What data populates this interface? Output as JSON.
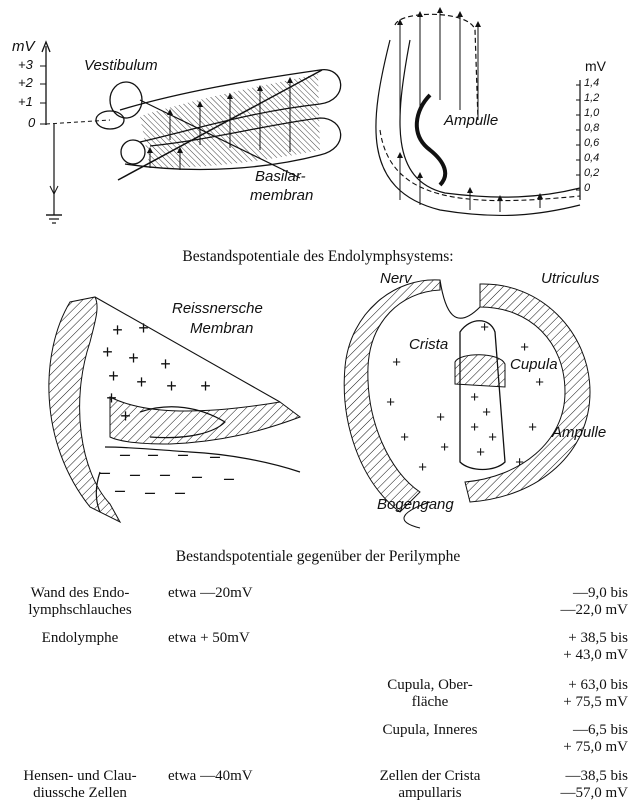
{
  "figure_top": {
    "left_axis": {
      "unit": "mV",
      "ticks": [
        "+3",
        "+2",
        "+1",
        "0"
      ]
    },
    "left_labels": {
      "vestibulum": "Vestibulum",
      "basilar_1": "Basilar-",
      "basilar_2": "membran"
    },
    "right_axis": {
      "unit": "mV",
      "ticks": [
        "1,4",
        "1,2",
        "1,0",
        "0,8",
        "0,6",
        "0,4",
        "0,2",
        "0"
      ]
    },
    "right_labels": {
      "ampulle": "Ampulle"
    }
  },
  "caption_1": "Bestandspotentiale des Endolymphsystems:",
  "figure_middle": {
    "left_labels": {
      "reissner_1": "Reissnersche",
      "reissner_2": "Membran"
    },
    "right_labels": {
      "nerv": "Nerv",
      "utriculus": "Utriculus",
      "crista": "Crista",
      "cupula": "Cupula",
      "ampulle": "Ampulle",
      "bogengang": "Bogengang"
    }
  },
  "caption_2": "Bestandspotentiale gegenüber der Perilymphe",
  "table": {
    "rows": [
      {
        "label": [
          "Wand des Endo-",
          "lymphschlauches"
        ],
        "value": "etwa —20mV",
        "sub": [
          "",
          ""
        ],
        "range": [
          "—9,0 bis",
          "—22,0 mV"
        ]
      },
      {
        "label": [
          "Endolymphe",
          ""
        ],
        "value": "etwa + 50mV",
        "sub": [
          "",
          ""
        ],
        "range": [
          "+ 38,5 bis",
          "+ 43,0 mV"
        ]
      },
      {
        "label": [
          "",
          ""
        ],
        "value": "",
        "sub": [
          "Cupula, Ober-",
          "fläche"
        ],
        "range": [
          "+ 63,0 bis",
          "+ 75,5 mV"
        ]
      },
      {
        "label": [
          "",
          ""
        ],
        "value": "",
        "sub": [
          "Cupula, Inneres",
          ""
        ],
        "range": [
          "—6,5 bis",
          "+ 75,0 mV"
        ]
      },
      {
        "label": [
          "Hensen- und Clau-",
          "diussche Zellen"
        ],
        "value": "etwa —40mV",
        "sub": [
          "Zellen der Crista",
          "ampullaris"
        ],
        "range": [
          "—38,5 bis",
          "—57,0 mV"
        ]
      }
    ]
  }
}
